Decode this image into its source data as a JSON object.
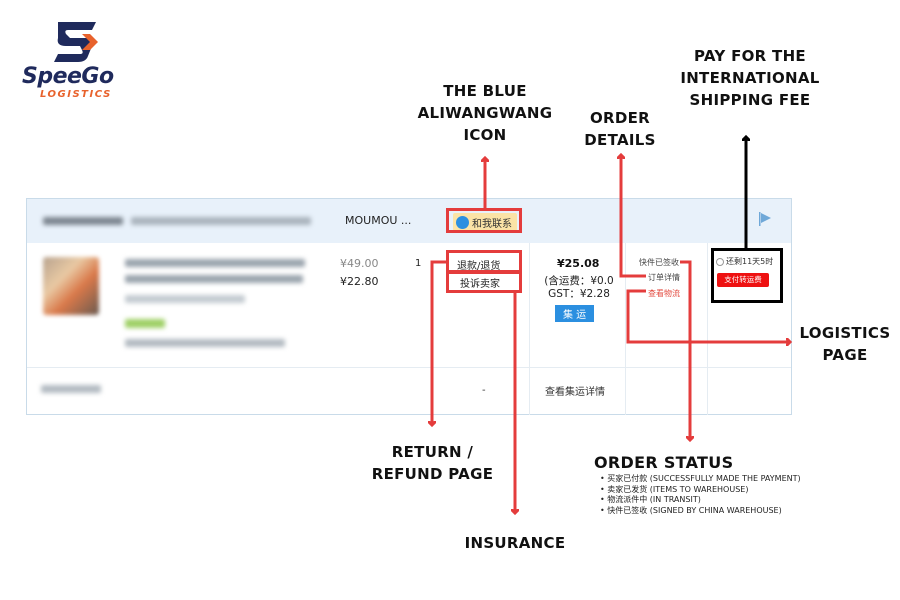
{
  "brand": {
    "name": "SpeeGo",
    "tagline": "LOGISTICS",
    "colors": {
      "navy": "#1f2a5c",
      "orange": "#e8622c"
    }
  },
  "annotations": {
    "wangwang_icon": [
      "THE BLUE",
      "ALIWANGWANG",
      "ICON"
    ],
    "order_details": [
      "ORDER",
      "DETAILS"
    ],
    "pay_shipping": [
      "PAY FOR THE",
      "INTERNATIONAL",
      "SHIPPING FEE"
    ],
    "logistics_page": [
      "LOGISTICS",
      "PAGE"
    ],
    "return_refund": [
      "RETURN /",
      "REFUND PAGE"
    ],
    "insurance": "INSURANCE",
    "order_status_title": "ORDER STATUS",
    "order_status_items": [
      "买家已付款 (SUCCESSFULLY MADE THE PAYMENT)",
      "卖家已发货 (ITEMS TO WAREHOUSE)",
      "物流派件中 (IN TRANSIT)",
      "快件已签收 (SIGNED BY CHINA WAREHOUSE)"
    ]
  },
  "order": {
    "seller": "MOUMOU ...",
    "contact_button": "和我联系",
    "original_price": "¥49.00",
    "price": "¥22.80",
    "quantity": "1",
    "refund_link": "退款/退货",
    "complain_link": "投诉卖家",
    "total": "¥25.08",
    "shipping_fee_line": "(含运费：¥0.0",
    "gst_line": "GST：¥2.28",
    "consolidation_badge": "集 运",
    "status": "快件已签收",
    "order_detail_link": "订单详情",
    "logistics_link": "查看物流",
    "countdown": "还剩11天5时",
    "pay_button": "支付转运费",
    "footer_dash": "-",
    "footer_link": "查看集运详情"
  },
  "colors": {
    "highlight_red": "#e43c3c",
    "highlight_black": "#000000",
    "header_bg": "#e8f1fa",
    "badge_blue": "#2b8fe0",
    "pay_red": "#ee1111"
  }
}
